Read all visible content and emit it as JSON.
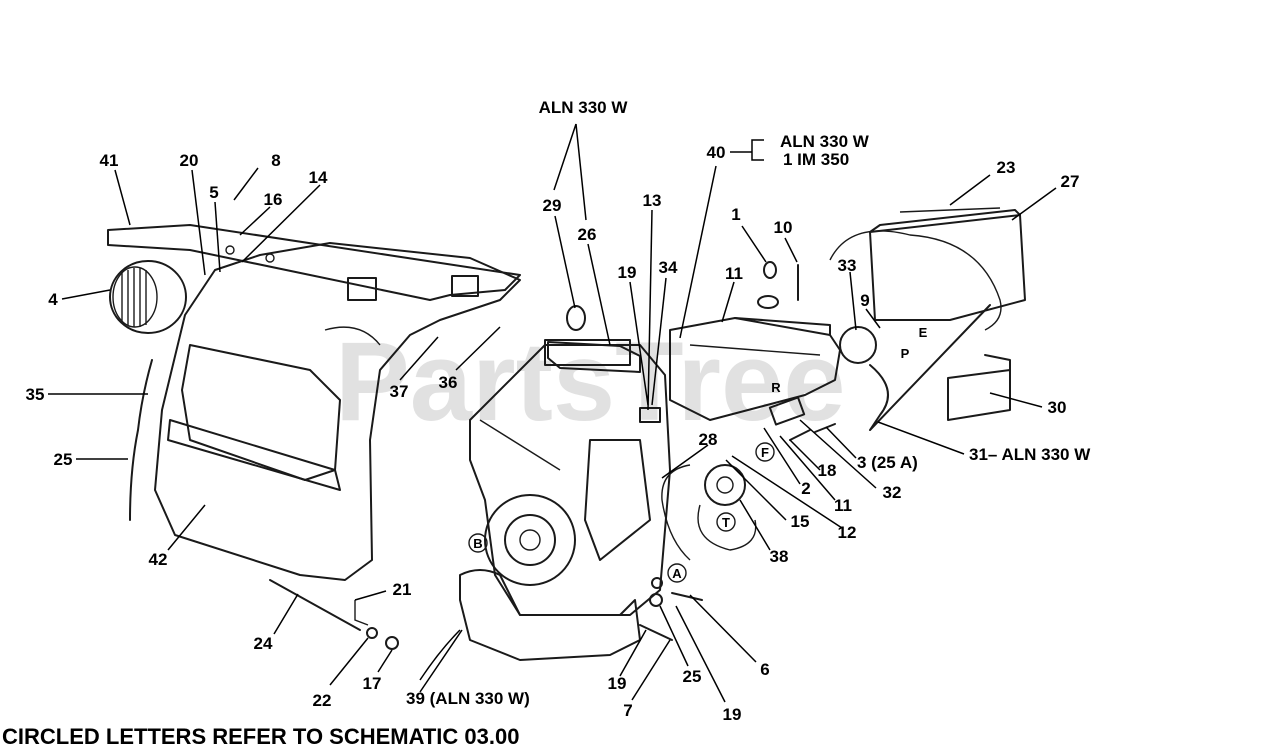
{
  "watermark": "PartsTree",
  "footer": "CIRCLED LETTERS REFER TO SCHEMATIC 03.00",
  "callouts": [
    "41",
    "20",
    "8",
    "5",
    "16",
    "14",
    "4",
    "35",
    "25",
    "42",
    "37",
    "36",
    "29",
    "26",
    "13",
    "19",
    "34",
    "40",
    "1",
    "10",
    "11",
    "33",
    "9",
    "23",
    "27",
    "30",
    "31",
    "3",
    "32",
    "2",
    "11",
    "18",
    "28",
    "15",
    "12",
    "38",
    "21",
    "24",
    "22",
    "17",
    "39",
    "6",
    "25",
    "19",
    "19",
    "7"
  ],
  "annotations": {
    "aln_top": "ALN 330 W",
    "aln_40": "ALN 330 W",
    "im_40": "1 IM 350",
    "callout_3": "3 (25 A)",
    "callout_31": "31– ALN 330 W",
    "callout_39": "39 (ALN 330 W)"
  },
  "schematic_letters": [
    "B",
    "A",
    "T",
    "F",
    "R",
    "P",
    "E"
  ]
}
